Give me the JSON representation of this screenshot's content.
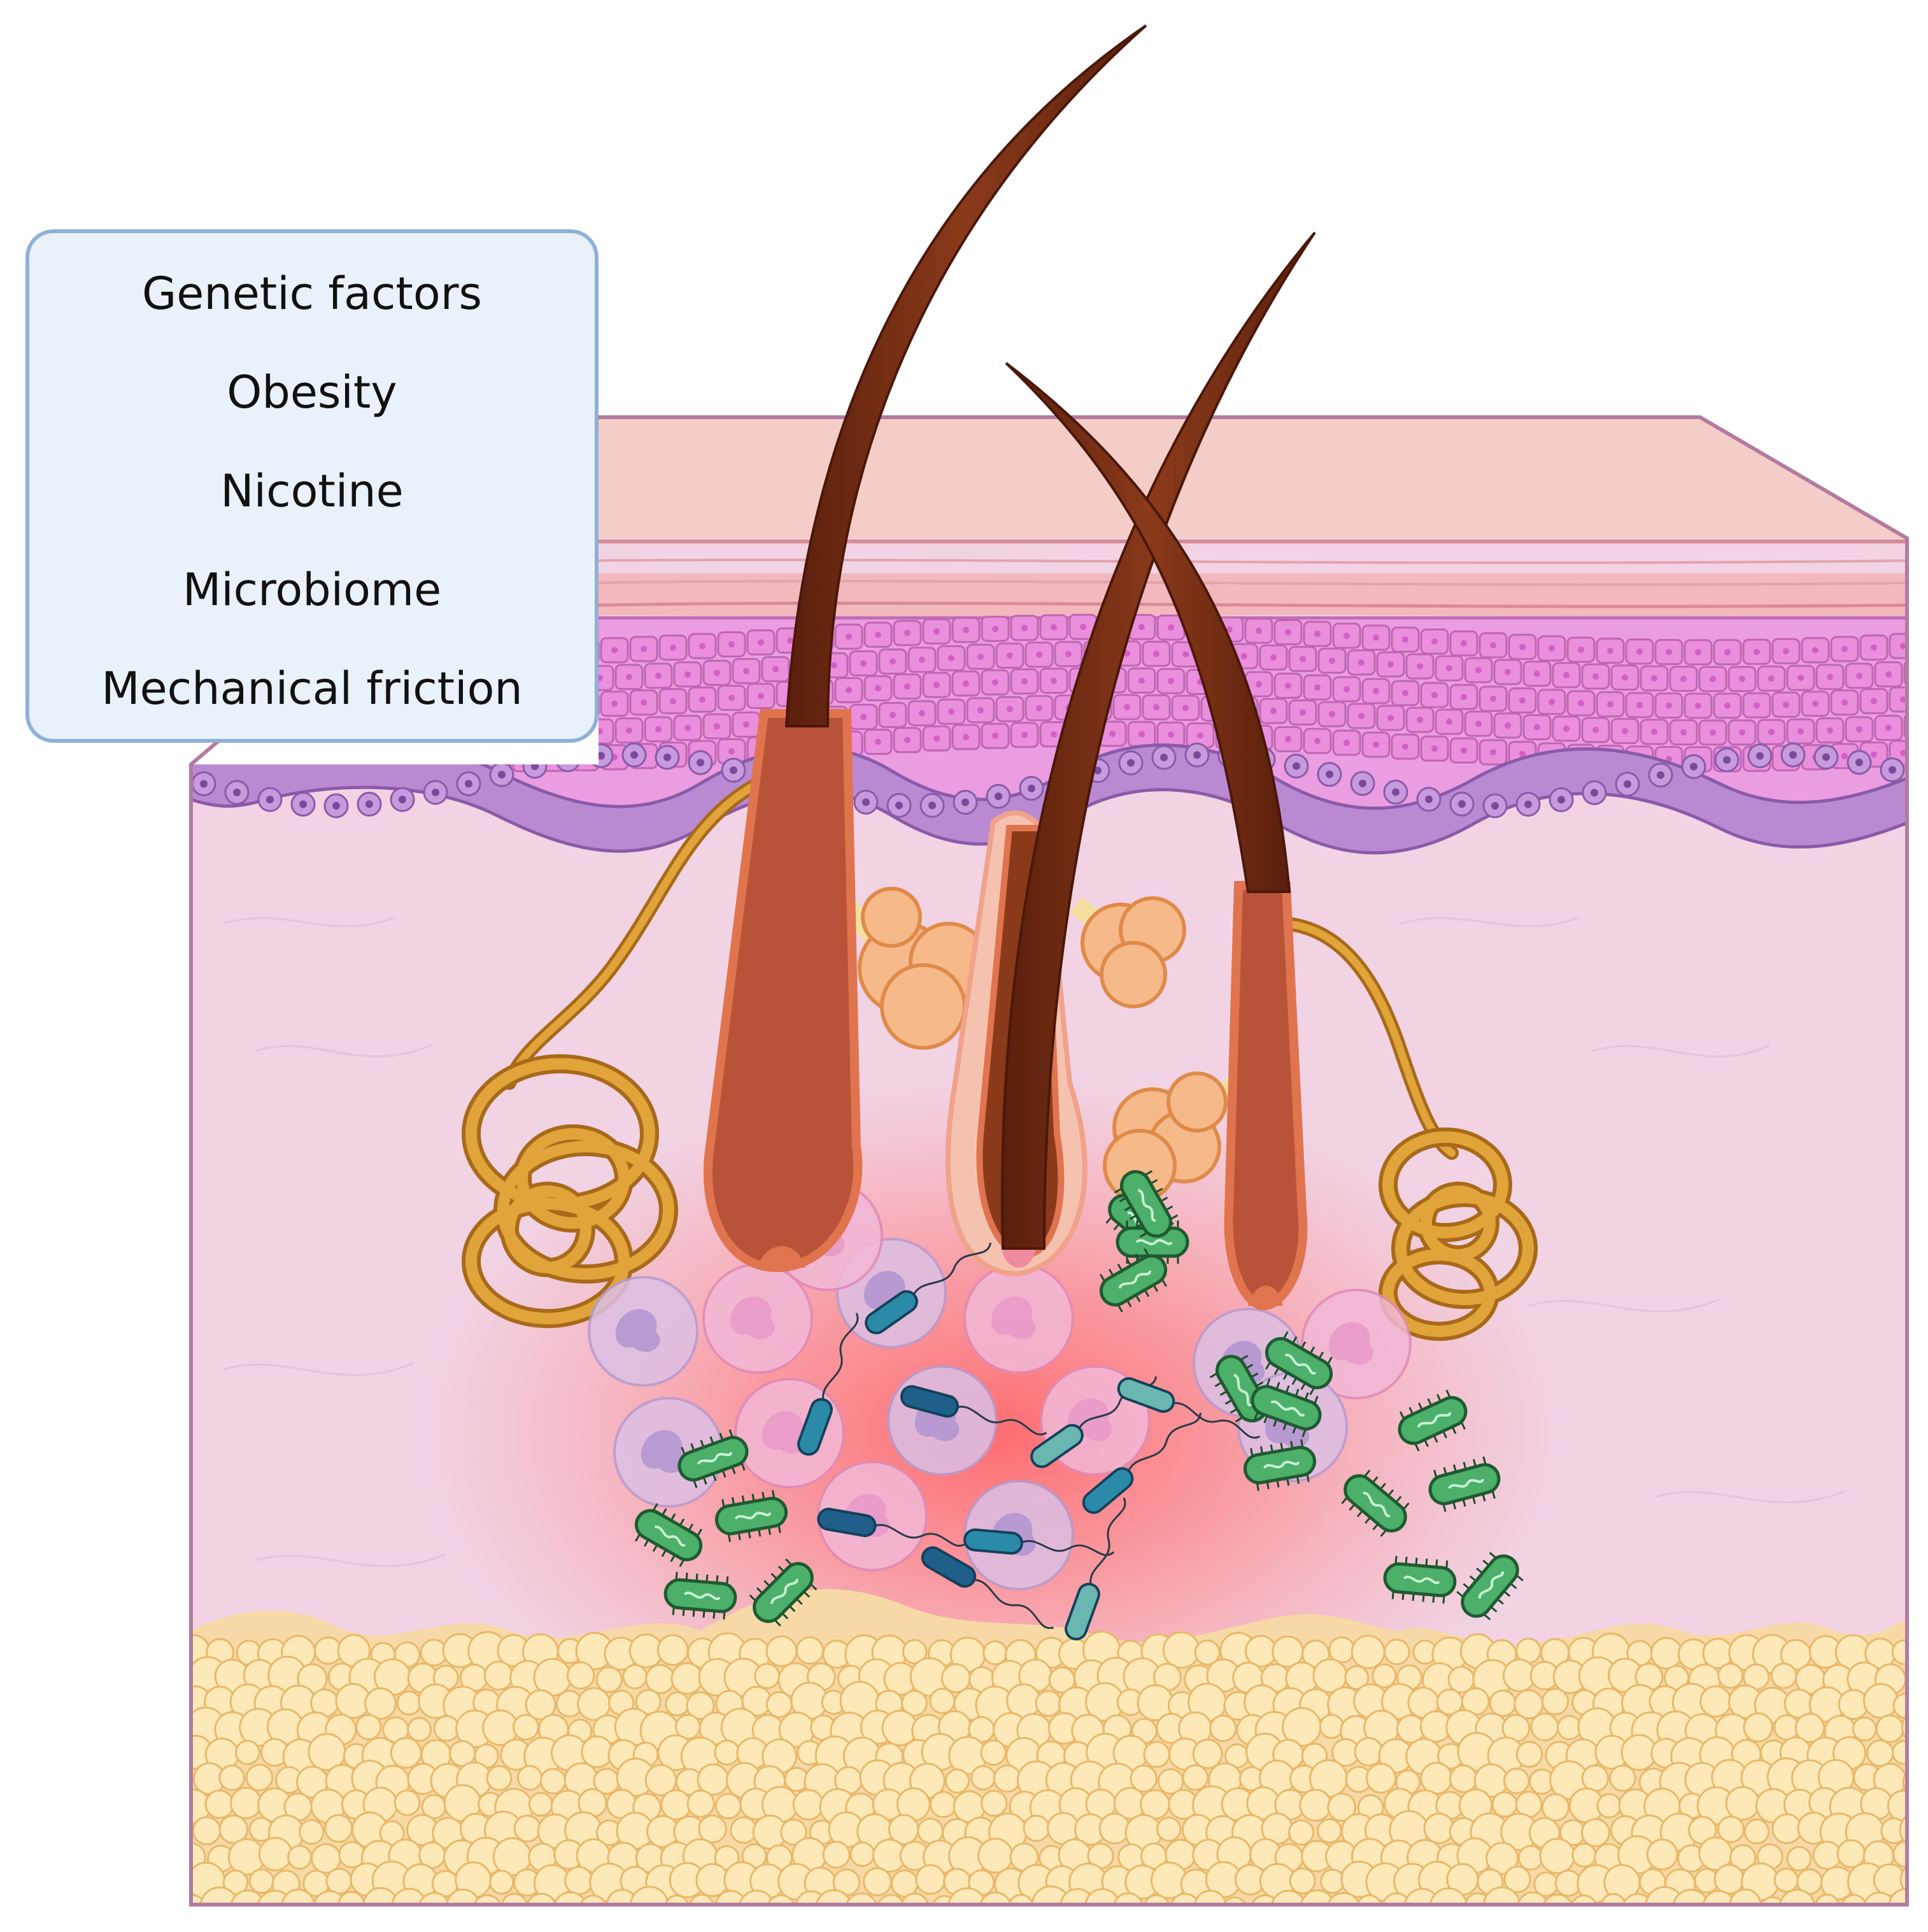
{
  "factors": [
    "Genetic factors",
    "Obesity",
    "Nicotine",
    "Microbiome",
    "Mechanical friction"
  ],
  "colors": {
    "box_fill": "#e9f2fa",
    "box_border": "#8fb0d8",
    "stratum_corneum": "#f3c9c6",
    "keratinocyte": "#e98fdc",
    "basal_cell": "#b884d0",
    "dermis": "#f1d3e4",
    "inflammation": "#ff6a6a",
    "hair": "#7a2e16",
    "follicle_sheath": "#b8533a",
    "sweat_gland": "#d99a2a",
    "sebaceous_gland": "#f6b98a",
    "fat_cell": "#fde8b8",
    "bacteria_green": "#4caf6a",
    "bacteria_blue": "#1f5f8a"
  },
  "icons": [
    "hair-icon",
    "hair-follicle-icon",
    "sweat-gland-icon",
    "sebaceous-gland-icon",
    "neutrophil-icon",
    "bacterium-icon",
    "fat-cell-icon"
  ]
}
